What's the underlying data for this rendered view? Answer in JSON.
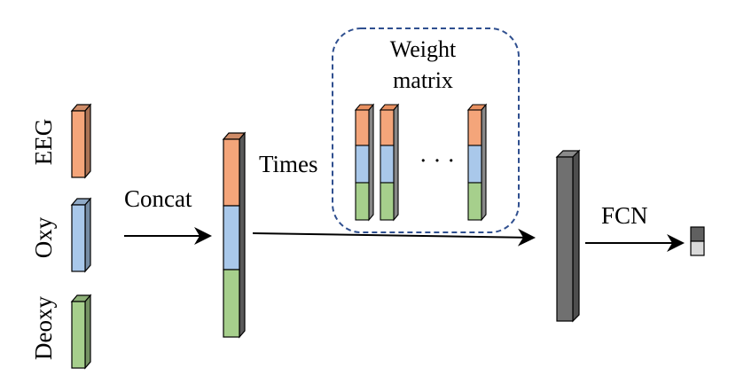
{
  "labels": {
    "eeg": "EEG",
    "oxy": "Oxy",
    "deoxy": "Deoxy",
    "concat": "Concat",
    "times": "Times",
    "weight_line1": "Weight",
    "weight_line2": "matrix",
    "ellipsis": "· · ·",
    "fcn": "FCN"
  },
  "colors": {
    "eeg": "#f4a57a",
    "oxy": "#a9c8ea",
    "deoxy": "#a6cf8c",
    "feature": "#707070",
    "output_top": "#606060",
    "output_bottom": "#d9d9d9",
    "dashed_box": "#2f4f8f",
    "stroke": "#000000"
  }
}
